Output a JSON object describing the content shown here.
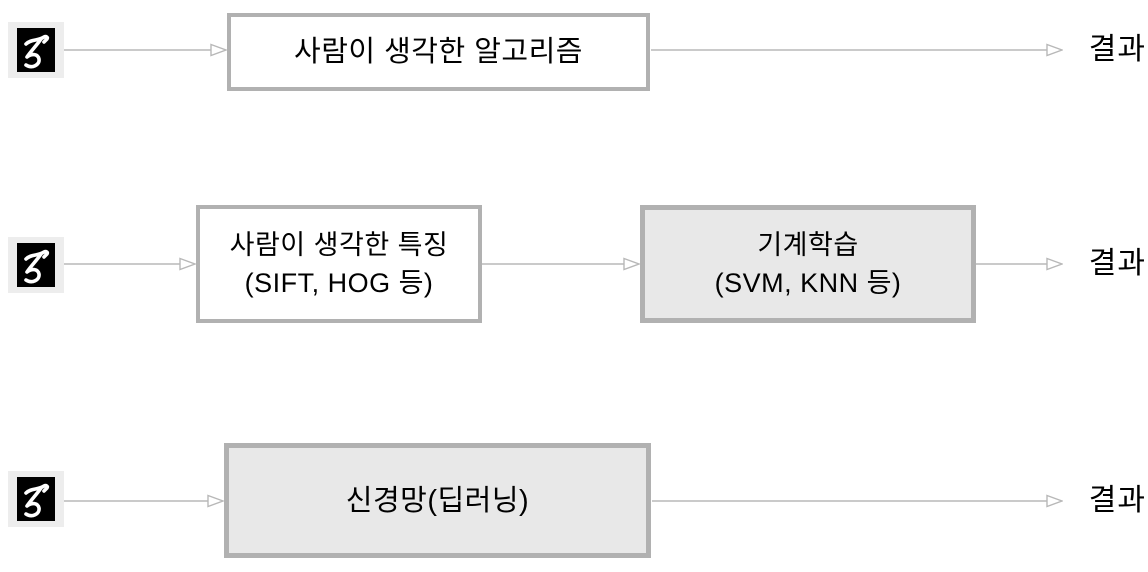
{
  "colors": {
    "box_border": "#b1b1b1",
    "box_fill_white": "#ffffff",
    "box_fill_gray": "#e8e8e8",
    "arrow": "#b8b8b8",
    "text": "#000000",
    "digit_pad_bg": "#ededed",
    "digit_bg": "#000000",
    "digit_stroke": "#ffffff"
  },
  "rows": [
    {
      "input_icon": "mnist-digit-5-icon",
      "boxes": [
        {
          "variant": "white",
          "lines": [
            "사람이 생각한 알고리즘"
          ]
        }
      ],
      "output": "결과"
    },
    {
      "input_icon": "mnist-digit-5-icon",
      "boxes": [
        {
          "variant": "white",
          "lines": [
            "사람이 생각한 특징",
            "(SIFT, HOG 등)"
          ]
        },
        {
          "variant": "gray",
          "lines": [
            "기계학습",
            "(SVM, KNN 등)"
          ]
        }
      ],
      "output": "결과"
    },
    {
      "input_icon": "mnist-digit-5-icon",
      "boxes": [
        {
          "variant": "gray",
          "lines": [
            "신경망(딥러닝)"
          ]
        }
      ],
      "output": "결과"
    }
  ]
}
